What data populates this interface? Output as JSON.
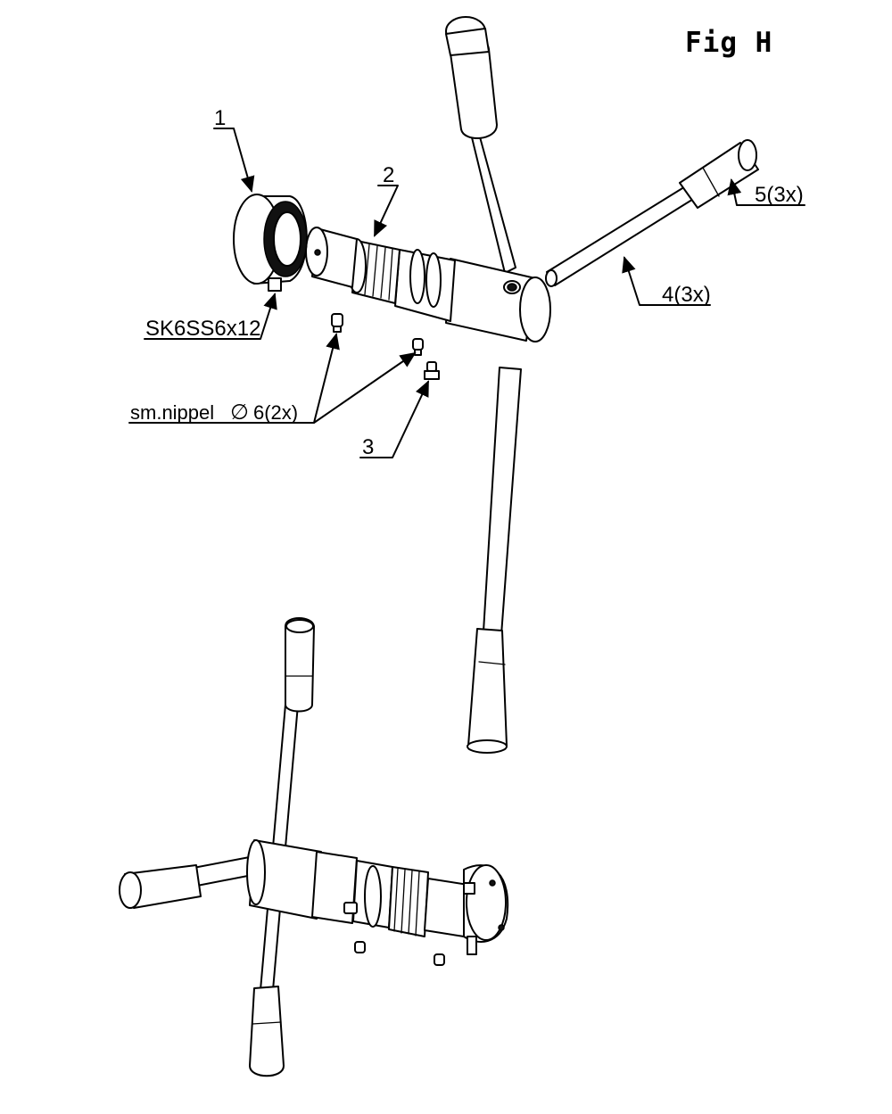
{
  "figure": {
    "title": "Fig H"
  },
  "callouts": {
    "part_1": "1",
    "part_2": "2",
    "part_3": "3",
    "part_4": "4(3x)",
    "part_5": "5(3x)",
    "screw": "SK6SS6x12",
    "nipple_prefix": "sm.nippel",
    "nipple_symbol": "∅",
    "nipple_suffix": "6(2x)"
  }
}
